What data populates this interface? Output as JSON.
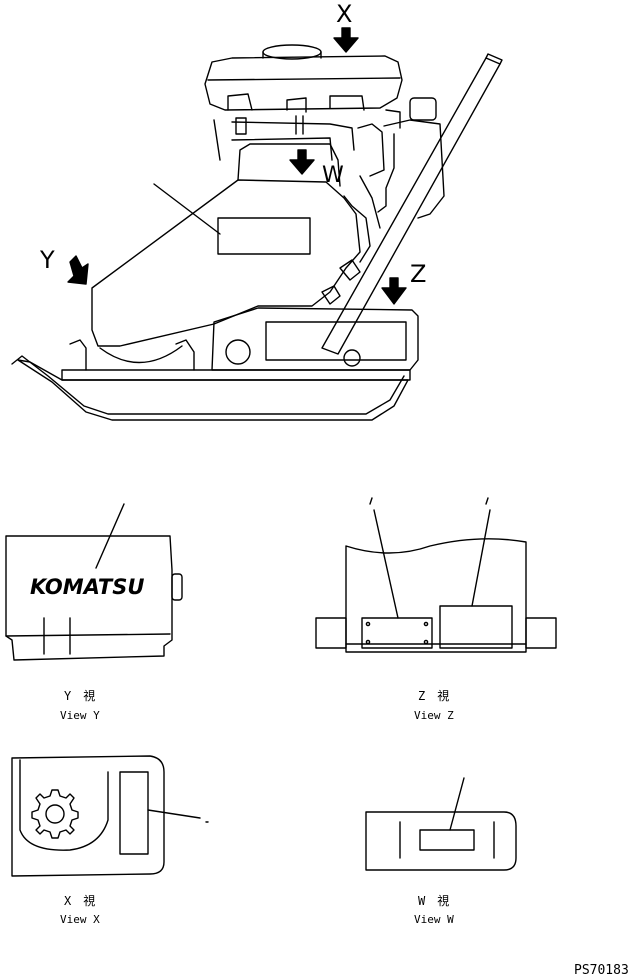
{
  "main_view": {
    "arrow_x_label": "X",
    "arrow_w_label": "W",
    "arrow_y_label": "Y",
    "arrow_z_label": "Z"
  },
  "view_y": {
    "title_jp": "Y　視",
    "title_en": "View Y",
    "brand": "KOMATSU"
  },
  "view_z": {
    "title_jp": "Z　視",
    "title_en": "View Z"
  },
  "view_x": {
    "title_jp": "X　視",
    "title_en": "View X"
  },
  "view_w": {
    "title_jp": "W　視",
    "title_en": "View W"
  },
  "drawing_code": "PS70183"
}
